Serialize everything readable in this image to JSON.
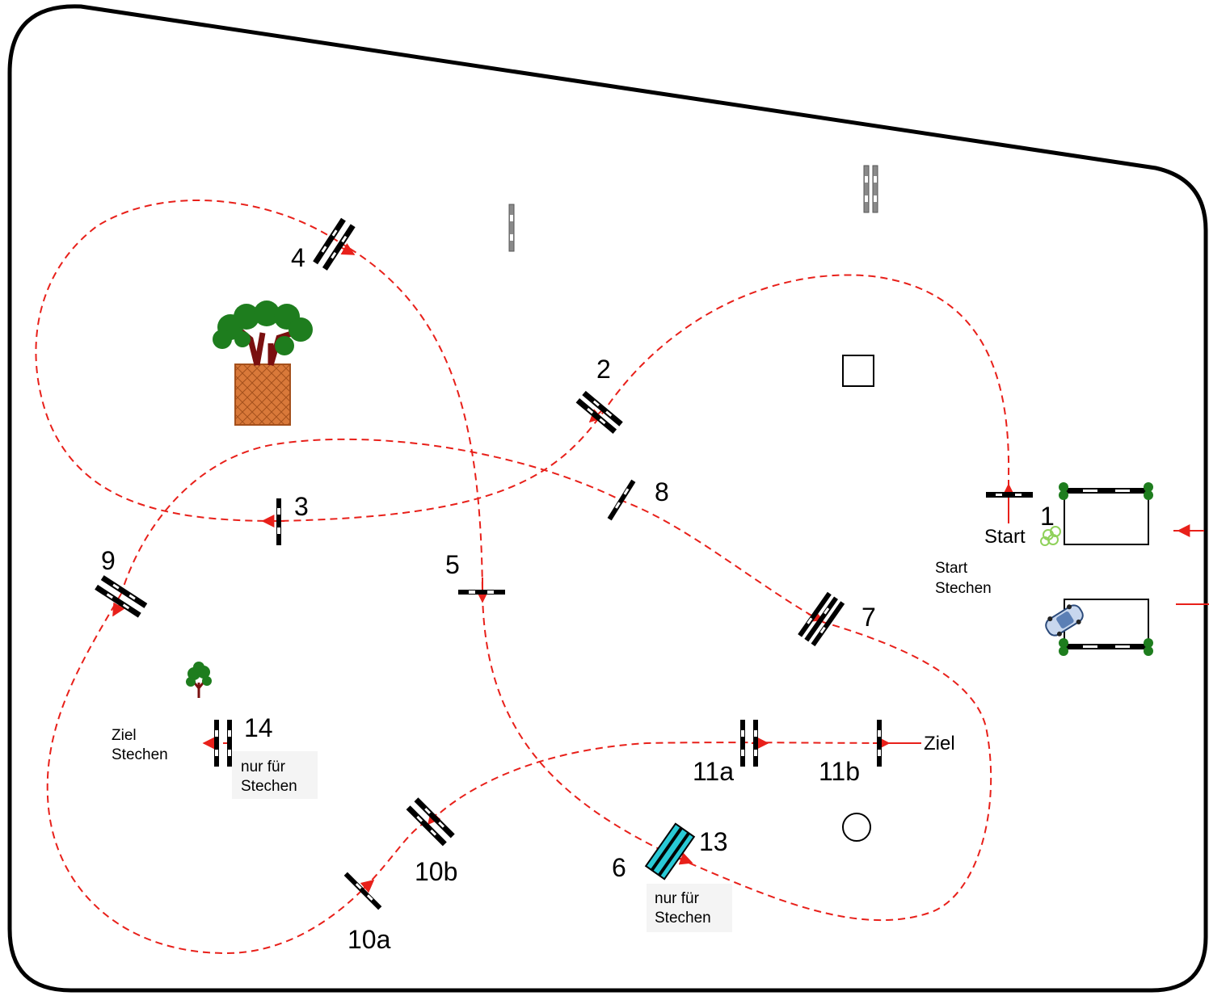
{
  "labels": {
    "n1": "1",
    "n2": "2",
    "n3": "3",
    "n4": "4",
    "n5": "5",
    "n6": "6",
    "n7": "7",
    "n8": "8",
    "n9": "9",
    "n10a": "10a",
    "n10b": "10b",
    "n11a": "11a",
    "n11b": "11b",
    "n13": "13",
    "n14": "14"
  },
  "texts": {
    "start": "Start",
    "start_stechen_1": "Start",
    "start_stechen_2": "Stechen",
    "ziel": "Ziel",
    "ziel_stechen_1": "Ziel",
    "ziel_stechen_2": "Stechen",
    "nur_fuer_1": "nur für",
    "nur_fuer_2": "Stechen",
    "nur_fuer_b1": "nur für",
    "nur_fuer_b2": "Stechen"
  },
  "colors": {
    "path": "#e8201a",
    "pole_dark": "#000000",
    "pole_gray": "#8a8a8a",
    "water": "#29c9d6",
    "tree_green": "#1e7d1e",
    "trunk": "#7a1010",
    "planter": "#d9793a",
    "note_bg": "#f4f4f4"
  }
}
